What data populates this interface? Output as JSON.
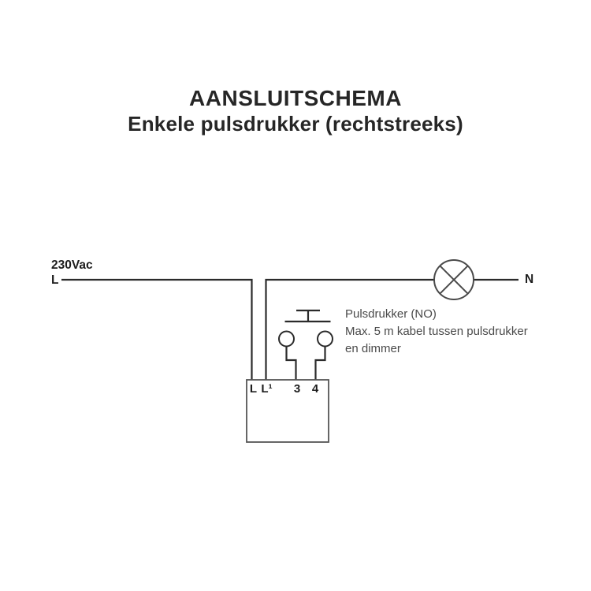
{
  "header": {
    "title": "AANSLUITSCHEMA",
    "subtitle": "Enkele pulsdrukker (rechtstreeks)"
  },
  "diagram": {
    "type": "electrical-wiring-schematic",
    "colors": {
      "background": "#ffffff",
      "wire": "#2b2b2b",
      "symbol_stroke": "#4a4a4a",
      "label_text": "#1d1d1d",
      "note_text": "#4a4a4a"
    },
    "labels": {
      "voltage": "230Vac",
      "line": "L",
      "neutral": "N"
    },
    "dimmer_terminals": {
      "l": "L",
      "l1": "L¹",
      "t3": "3",
      "t4": "4"
    },
    "annotation": {
      "line1": "Pulsdrukker (NO)",
      "line2": "Max. 5 m kabel tussen pulsdrukker",
      "line3": "en dimmer"
    }
  }
}
